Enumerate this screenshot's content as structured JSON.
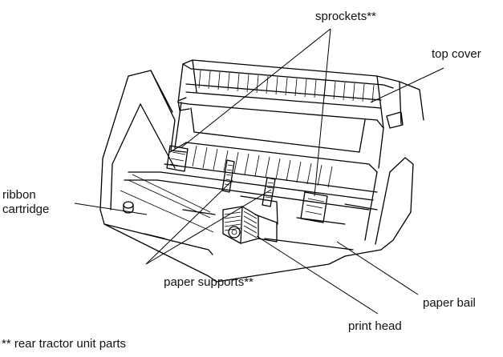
{
  "labels": {
    "sprockets": "sprockets**",
    "top_cover": "top cover",
    "ribbon_cartridge": "ribbon cartridge",
    "paper_supports": "paper supports**",
    "paper_bail": "paper bail",
    "print_head": "print head",
    "footnote": "** rear tractor unit parts"
  }
}
